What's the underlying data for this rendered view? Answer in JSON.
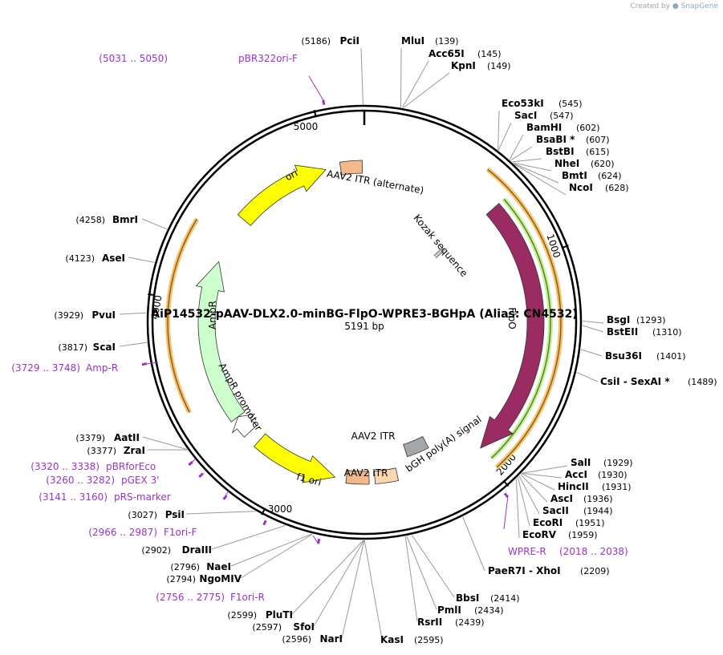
{
  "credit": {
    "prefix": "Created by",
    "brand": "SnapGene"
  },
  "plasmid": {
    "name": "AiP14532-pAAV-DLX2.0-minBG-FlpO-WPRE3-BGHpA (Alias: CN4532)",
    "size_label": "5191 bp",
    "length": 5191
  },
  "ticks": [
    {
      "label": "1000",
      "pos": 1000
    },
    {
      "label": "2000",
      "pos": 2000
    },
    {
      "label": "3000",
      "pos": 3000
    },
    {
      "label": "4000",
      "pos": 4000
    },
    {
      "label": "5000",
      "pos": 5000
    }
  ],
  "features": [
    {
      "label": "ori",
      "start": 4476,
      "end": 4987,
      "dir": 1,
      "color": "#ffff00",
      "kind": "arrow"
    },
    {
      "label": "AAV2 ITR (alternate)",
      "start": 5065,
      "end": 5180,
      "dir": 0,
      "color": "#f4b98a",
      "kind": "box"
    },
    {
      "label": "Kozak sequence",
      "start": 680,
      "end": 690,
      "dir": 0,
      "color": "#cccccc",
      "kind": "mark"
    },
    {
      "label": "FlpO",
      "start": 700,
      "end": 1980,
      "dir": 1,
      "color": "#9b2c63",
      "kind": "arrow"
    },
    {
      "label": "bGH poly(A) signal",
      "start": 2205,
      "end": 2340,
      "dir": 0,
      "color": "#a3a7ab",
      "kind": "box"
    },
    {
      "label": "AAV2 ITR",
      "start": 2420,
      "end": 2540,
      "dir": 0,
      "color": "#fbd6b0",
      "kind": "box"
    },
    {
      "label": "AAV2 ITR",
      "start": 2570,
      "end": 2690,
      "dir": 0,
      "color": "#f4b98a",
      "kind": "box"
    },
    {
      "label": "f1 ori",
      "start": 2750,
      "end": 3195,
      "dir": -1,
      "color": "#ffff00",
      "kind": "arrow"
    },
    {
      "label": "AmpR",
      "start": 3362,
      "end": 4220,
      "dir": 1,
      "color": "#ccffcc",
      "kind": "arrow"
    },
    {
      "label": "AmpR promoter",
      "start": 3262,
      "end": 3362,
      "dir": 1,
      "color": "#ffffff",
      "kind": "arrow"
    }
  ],
  "sites": [
    {
      "name": "PciI",
      "pos": "(5186)"
    },
    {
      "name": "MluI",
      "pos": "(139)"
    },
    {
      "name": "Acc65I",
      "pos": "(145)"
    },
    {
      "name": "KpnI",
      "pos": "(149)"
    },
    {
      "name": "Eco53kI",
      "pos": "(545)"
    },
    {
      "name": "SacI",
      "pos": "(547)"
    },
    {
      "name": "BamHI",
      "pos": "(602)"
    },
    {
      "name": "BsaBI *",
      "pos": "(607)"
    },
    {
      "name": "BstBI",
      "pos": "(615)"
    },
    {
      "name": "NheI",
      "pos": "(620)"
    },
    {
      "name": "BmtI",
      "pos": "(624)"
    },
    {
      "name": "NcoI",
      "pos": "(628)"
    },
    {
      "name": "BsgI",
      "pos": "(1293)"
    },
    {
      "name": "BstEII",
      "pos": "(1310)"
    },
    {
      "name": "Bsu36I",
      "pos": "(1401)"
    },
    {
      "name": "CsiI  - SexAI *",
      "pos": "(1489)"
    },
    {
      "name": "SalI",
      "pos": "(1929)"
    },
    {
      "name": "AccI",
      "pos": "(1930)"
    },
    {
      "name": "HincII",
      "pos": "(1931)"
    },
    {
      "name": "AscI",
      "pos": "(1936)"
    },
    {
      "name": "SacII",
      "pos": "(1944)"
    },
    {
      "name": "EcoRI",
      "pos": "(1951)"
    },
    {
      "name": "EcoRV",
      "pos": "(1959)"
    },
    {
      "name": "PaeR7I  - XhoI",
      "pos": "(2209)"
    },
    {
      "name": "BbsI",
      "pos": "(2414)"
    },
    {
      "name": "PmlI",
      "pos": "(2434)"
    },
    {
      "name": "RsrII",
      "pos": "(2439)"
    },
    {
      "name": "KasI",
      "pos": "(2595)"
    },
    {
      "name": "NarI",
      "pos": "(2596)"
    },
    {
      "name": "SfoI",
      "pos": "(2597)"
    },
    {
      "name": "PluTI",
      "pos": "(2599)"
    },
    {
      "name": "NgoMIV",
      "pos": "(2794)"
    },
    {
      "name": "NaeI",
      "pos": "(2796)"
    },
    {
      "name": "DraIII",
      "pos": "(2902)"
    },
    {
      "name": "PsiI",
      "pos": "(3027)"
    },
    {
      "name": "ZraI",
      "pos": "(3377)"
    },
    {
      "name": "AatII",
      "pos": "(3379)"
    },
    {
      "name": "ScaI",
      "pos": "(3817)"
    },
    {
      "name": "PvuI",
      "pos": "(3929)"
    },
    {
      "name": "AseI",
      "pos": "(4123)"
    },
    {
      "name": "BmrI",
      "pos": "(4258)"
    }
  ],
  "primers": [
    {
      "name": "pBR322ori-F",
      "range": "(5031 .. 5050)"
    },
    {
      "name": "WPRE-R",
      "range": "(2018 .. 2038)"
    },
    {
      "name": "F1ori-R",
      "range": "(2756 .. 2775)"
    },
    {
      "name": "F1ori-F",
      "range": "(2966 .. 2987)"
    },
    {
      "name": "pRS-marker",
      "range": "(3141 .. 3160)"
    },
    {
      "name": "pGEX 3'",
      "range": "(3260 .. 3282)"
    },
    {
      "name": "pBRforEco",
      "range": "(3320 .. 3338)"
    },
    {
      "name": "Amp-R",
      "range": "(3729 .. 3748)"
    }
  ]
}
